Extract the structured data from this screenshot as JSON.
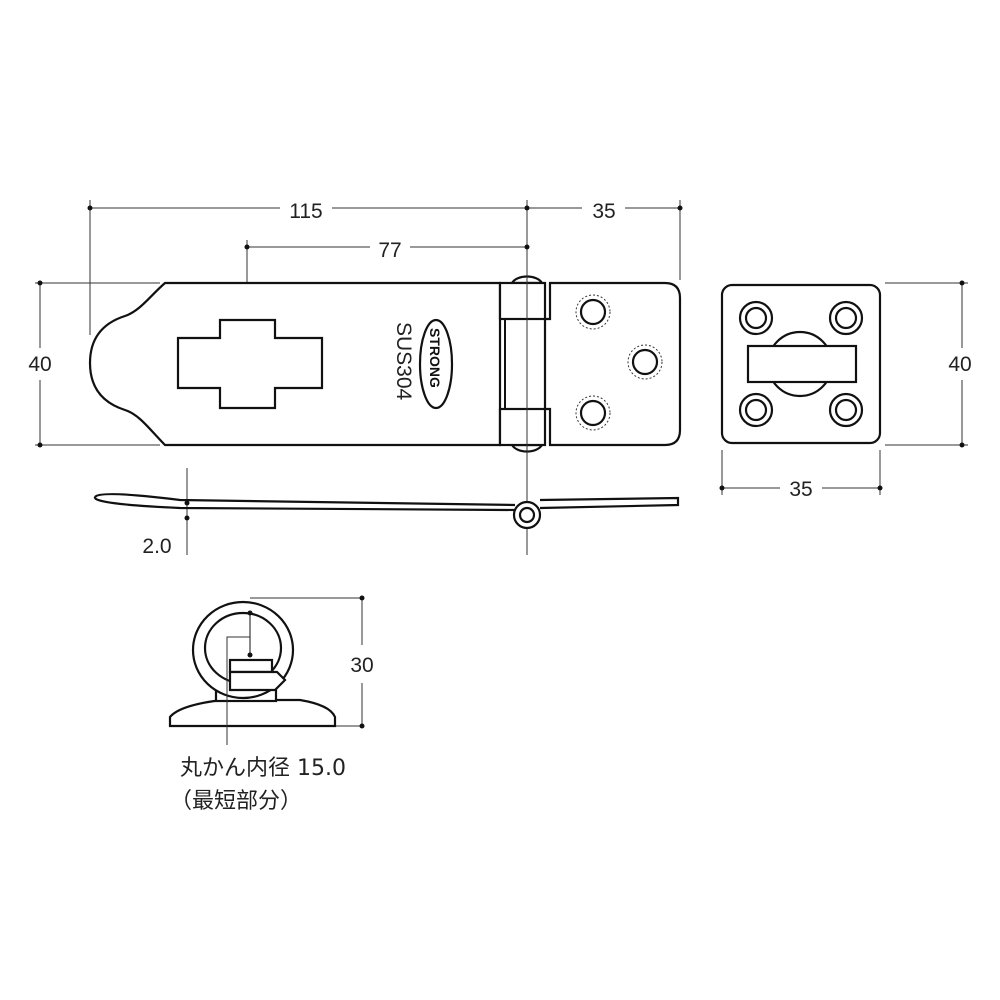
{
  "dimensions": {
    "hasp_length": "115",
    "hinge_leaf_length": "35",
    "slot_offset": "77",
    "hasp_width": "40",
    "staple_height": "40",
    "staple_width": "35",
    "thickness": "2.0",
    "ring_height": "30"
  },
  "markings": {
    "material": "SUS304",
    "logo": "STRONG"
  },
  "note": {
    "line1": "丸かん内径 15.0",
    "line2": "（最短部分）"
  },
  "colors": {
    "line": "#111111",
    "background": "#ffffff"
  }
}
